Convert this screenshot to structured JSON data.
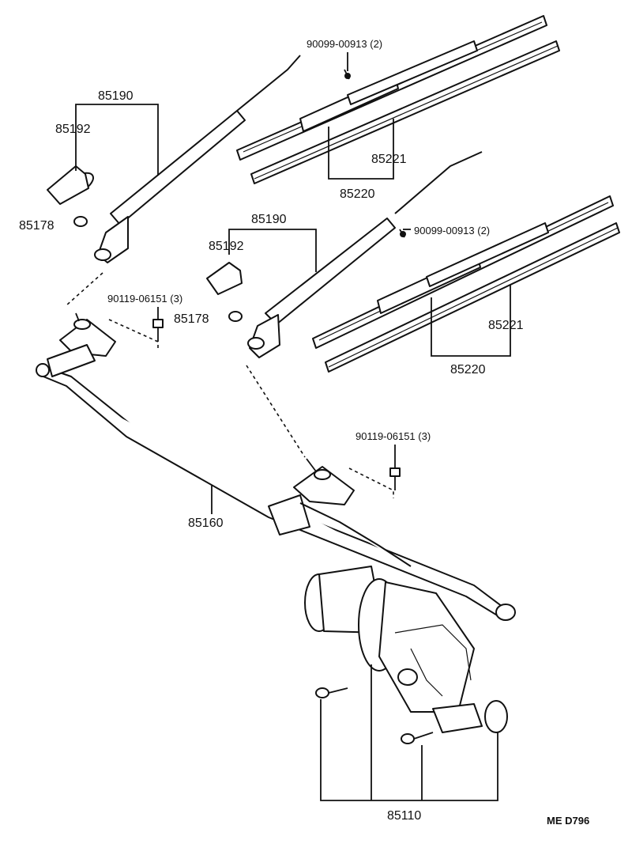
{
  "labels": {
    "arm_assy_top": "85190",
    "arm_assy_mid": "85190",
    "cover_top": "85192",
    "cover_mid": "85192",
    "nut_top": "85178",
    "nut_mid": "85178",
    "screw_top": "90099-00913 (2)",
    "screw_mid": "90099-00913 (2)",
    "blade_top": "85220",
    "blade_bottom": "85220",
    "insert_top": "85221",
    "insert_bottom": "85221",
    "bolt_left": "90119-06151 (3)",
    "bolt_right": "90119-06151 (3)",
    "link_assy": "85160",
    "motor_assy": "85110",
    "diagram_code": "ME D796"
  }
}
